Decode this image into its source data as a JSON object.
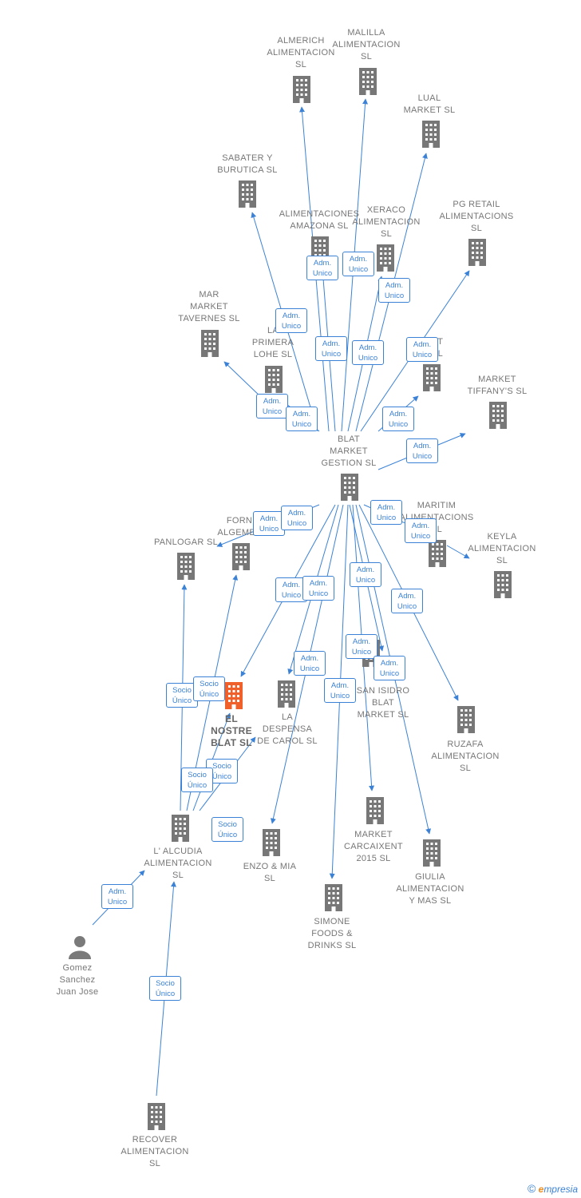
{
  "colors": {
    "edge": "#3b82d6",
    "building": "#777777",
    "focus_building": "#f0602a",
    "person": "#7a7a7a"
  },
  "nodes": [
    {
      "id": "almerich",
      "label": "ALMERICH\nALIMENTACION\nSL",
      "icon": "building-icon"
    },
    {
      "id": "malilla",
      "label": "MALILLA\nALIMENTACION\nSL",
      "icon": "building-icon"
    },
    {
      "id": "lual",
      "label": "LUAL\nMARKET  SL",
      "icon": "building-icon"
    },
    {
      "id": "sabater",
      "label": "SABATER Y\nBURUTICA  SL",
      "icon": "building-icon"
    },
    {
      "id": "amazona",
      "label": "ALIMENTACIONES\nAMAZONA  SL",
      "icon": "building-icon"
    },
    {
      "id": "xeraco",
      "label": "XERACO\nALIMENTACION\nSL",
      "icon": "building-icon"
    },
    {
      "id": "pgretail",
      "label": "PG RETAIL\nALIMENTACIONS\nSL",
      "icon": "building-icon"
    },
    {
      "id": "mar",
      "label": "MAR\nMARKET\nTAVERNES  SL",
      "icon": "building-icon"
    },
    {
      "id": "primera",
      "label": "LA\nPRIMERA\nLOHE  SL",
      "icon": "building-icon"
    },
    {
      "id": "hiddenet",
      "label": "ET\nSL",
      "icon": "building-icon"
    },
    {
      "id": "tiffany",
      "label": "MARKET\nTIFFANY'S  SL",
      "icon": "building-icon"
    },
    {
      "id": "blat",
      "label": "BLAT\nMARKET\nGESTION  SL",
      "icon": "building-icon"
    },
    {
      "id": "forn",
      "label": "FORN\nALGEMES",
      "icon": "building-icon"
    },
    {
      "id": "panlogar",
      "label": "PANLOGAR  SL",
      "icon": "building-icon"
    },
    {
      "id": "maritim",
      "label": "MARITIM\nALIMENTACIONS\nSL",
      "icon": "building-icon"
    },
    {
      "id": "keyla",
      "label": "KEYLA\nALIMENTACION\nSL",
      "icon": "building-icon"
    },
    {
      "id": "nostre",
      "label": "EL\nNOSTRE\nBLAT  SL",
      "icon": "building-icon",
      "focus": true
    },
    {
      "id": "despensa",
      "label": "LA\nDESPENSA\nDE CAROL  SL",
      "icon": "building-icon"
    },
    {
      "id": "sanisidro",
      "label": "SAN ISIDRO\nBLAT\nMARKET  SL",
      "icon": "building-icon"
    },
    {
      "id": "ruzafa",
      "label": "RUZAFA\nALIMENTACION\nSL",
      "icon": "building-icon"
    },
    {
      "id": "alcudia",
      "label": "L' ALCUDIA\nALIMENTACION\nSL",
      "icon": "building-icon"
    },
    {
      "id": "enzo",
      "label": "ENZO & MIA\nSL",
      "icon": "building-icon"
    },
    {
      "id": "carcaixent",
      "label": "MARKET\nCARCAIXENT\n2015  SL",
      "icon": "building-icon"
    },
    {
      "id": "giulia",
      "label": "GIULIA\nALIMENTACION\nY MAS  SL",
      "icon": "building-icon"
    },
    {
      "id": "simone",
      "label": "SIMONE\nFOODS &\nDRINKS  SL",
      "icon": "building-icon"
    },
    {
      "id": "gomez",
      "label": "Gomez\nSanchez\nJuan Jose",
      "icon": "person-icon"
    },
    {
      "id": "recover",
      "label": "RECOVER\nALIMENTACION\nSL",
      "icon": "building-icon"
    }
  ],
  "edges": [
    {
      "from": "blat",
      "to": "almerich",
      "label": "Adm.\nUnico"
    },
    {
      "from": "blat",
      "to": "malilla",
      "label": "Adm.\nUnico"
    },
    {
      "from": "blat",
      "to": "lual",
      "label": "Adm.\nUnico"
    },
    {
      "from": "blat",
      "to": "sabater",
      "label": "Adm.\nUnico"
    },
    {
      "from": "blat",
      "to": "amazona",
      "label": "Adm.\nUnico"
    },
    {
      "from": "blat",
      "to": "xeraco",
      "label": "Adm.\nUnico"
    },
    {
      "from": "blat",
      "to": "pgretail",
      "label": "Adm.\nUnico"
    },
    {
      "from": "blat",
      "to": "mar",
      "label": "Adm.\nUnico"
    },
    {
      "from": "blat",
      "to": "primera",
      "label": "Adm.\nUnico"
    },
    {
      "from": "blat",
      "to": "hiddenet",
      "label": "Adm.\nUnico"
    },
    {
      "from": "blat",
      "to": "tiffany",
      "label": "Adm.\nUnico"
    },
    {
      "from": "blat",
      "to": "forn",
      "label": "Adm.\nUnico"
    },
    {
      "from": "blat",
      "to": "panlogar",
      "label": "Adm.\nUnico"
    },
    {
      "from": "blat",
      "to": "maritim",
      "label": "Adm.\nUnico"
    },
    {
      "from": "blat",
      "to": "keyla",
      "label": "Adm.\nUnico"
    },
    {
      "from": "blat",
      "to": "nostre",
      "label": "Adm.\nUnico"
    },
    {
      "from": "blat",
      "to": "despensa",
      "label": "Adm.\nUnico"
    },
    {
      "from": "blat",
      "to": "sanisidro",
      "label": "Adm.\nUnico"
    },
    {
      "from": "blat",
      "to": "ruzafa",
      "label": "Adm.\nUnico"
    },
    {
      "from": "blat",
      "to": "enzo",
      "label": "Adm.\nUnico"
    },
    {
      "from": "blat",
      "to": "carcaixent",
      "label": "Adm.\nUnico"
    },
    {
      "from": "blat",
      "to": "giulia",
      "label": "Adm.\nUnico"
    },
    {
      "from": "blat",
      "to": "simone",
      "label": "Adm.\nUnico"
    },
    {
      "from": "alcudia",
      "to": "panlogar",
      "label": "Socio\nÚnico"
    },
    {
      "from": "alcudia",
      "to": "forn",
      "label": "Socio\nÚnico"
    },
    {
      "from": "alcudia",
      "to": "nostre",
      "label": "Socio\nÚnico"
    },
    {
      "from": "alcudia",
      "to": "nostre",
      "label": "Socio\nÚnico"
    },
    {
      "from": "gomez",
      "to": "alcudia",
      "label": "Adm.\nUnico"
    },
    {
      "from": "recover",
      "to": "alcudia",
      "label": "Socio\nÚnico"
    }
  ],
  "floating_labels": [
    {
      "label": "Socio\nÚnico"
    }
  ],
  "footer": {
    "copyright": "©",
    "brand_first": "e",
    "brand_rest": "mpresia"
  }
}
